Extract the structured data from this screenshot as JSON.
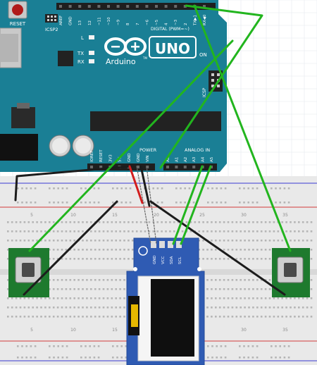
{
  "arduino": {
    "reset_label": "RESET",
    "icsp2_label": "ICSP2",
    "icsp_label": "ICSP",
    "led_l": "L",
    "led_tx": "TX",
    "led_rx": "RX",
    "brand": "Arduino",
    "tm": "TM",
    "model": "UNO",
    "on_label": "ON",
    "digital_header": "DIGITAL (PWM=~)",
    "digital_pins": [
      "AREF",
      "GND",
      "13",
      "12",
      "~11",
      "~10",
      "~9",
      "8",
      "7",
      "~6",
      "~5",
      "4",
      "~3",
      "2",
      "TX▶1",
      "RX◀0"
    ],
    "power_header": "POWER",
    "power_pins": [
      "IOREF",
      "RESET",
      "3V3",
      "5V",
      "GND",
      "GND",
      "VIN"
    ],
    "analog_header": "ANALOG IN",
    "analog_pins": [
      "A0",
      "A1",
      "A2",
      "A3",
      "A4",
      "A5"
    ]
  },
  "breadboard": {
    "row_numbers": [
      "5",
      "10",
      "15",
      "20",
      "25",
      "30",
      "35"
    ]
  },
  "oled": {
    "pins": [
      "GND",
      "VCC",
      "SDA",
      "SCL"
    ]
  },
  "colors": {
    "board": "#1a7f95",
    "board_dark": "#136a7d",
    "wire_green": "#22b51e",
    "wire_black": "#1c1c1c",
    "wire_red": "#d21e1e",
    "breadboard": "#e9e9e9",
    "rail_red": "#d33a3a",
    "rail_blue": "#3a3ad3",
    "button_pcb": "#1e7a2e",
    "oled_pcb": "#2f5bb3"
  }
}
